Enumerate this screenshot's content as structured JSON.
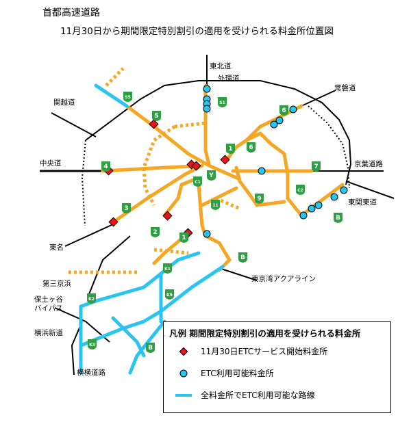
{
  "title": "首都高速道路",
  "subtitle": "11月30日から期間限定特別割引の適用を受けられる料金所位置図",
  "colors": {
    "route": "#f5a623",
    "etc_line": "#29c5f0",
    "etc_point": "#29c5f0",
    "new_point": "#e8141c",
    "shield": "#2f9e44",
    "outer": "#000000"
  },
  "road_labels": [
    {
      "id": "tohoku",
      "text": "東北道"
    },
    {
      "id": "gaikan",
      "text": "外環道"
    },
    {
      "id": "joban",
      "text": "常磐道"
    },
    {
      "id": "kanetsu",
      "text": "関越道"
    },
    {
      "id": "chuo",
      "text": "中央道"
    },
    {
      "id": "keiyo",
      "text": "京葉道路"
    },
    {
      "id": "higashikanto",
      "text": "東関東道"
    },
    {
      "id": "tomei",
      "text": "東名"
    },
    {
      "id": "daisan",
      "text": "第三京浜"
    },
    {
      "id": "hodogaya",
      "text": "保土ヶ谷\nバイパス"
    },
    {
      "id": "yokoshin",
      "text": "横浜新道"
    },
    {
      "id": "yokoyoko",
      "text": "横横道路"
    },
    {
      "id": "aqua",
      "text": "東京湾アクアライン"
    }
  ],
  "shields": [
    "S5",
    "5",
    "S1",
    "6",
    "1",
    "6",
    "4",
    "Y",
    "C1",
    "7",
    "C2",
    "11",
    "9",
    "3",
    "2",
    "1",
    "B",
    "B",
    "K1",
    "K5",
    "K2",
    "K3",
    "B"
  ],
  "legend": {
    "title": "凡例  期間限定特別割引の適用を受けられる料金所",
    "items": [
      {
        "symbol": "red-diamond",
        "label": "11月30日ETCサービス開始料金所"
      },
      {
        "symbol": "blue-circle",
        "label": "ETC利用可能料金所"
      },
      {
        "symbol": "blue-line",
        "label": "全料金所でETC利用可能な路線"
      }
    ]
  }
}
